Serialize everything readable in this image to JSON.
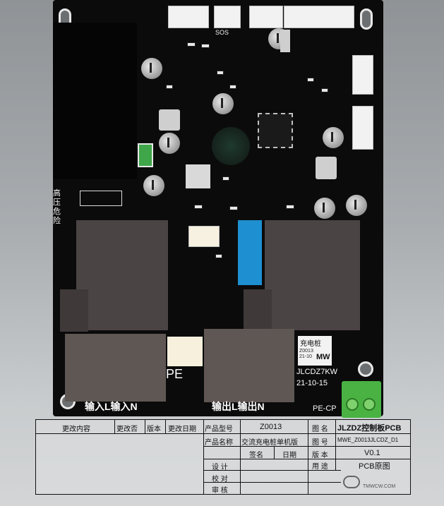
{
  "board": {
    "label_pe": "PE",
    "label_input": "输入L输入N",
    "label_output": "输出L输出N",
    "label_pe_cp": "PE-CP",
    "label_sos": "SOS",
    "label_model": "JLCDZ7KW",
    "label_date": "21-10-15",
    "label_brand": "MW",
    "label_charger": "充电桩",
    "label_danger": "高压危险",
    "label_code_small": "Z0013 21-10"
  },
  "title_block": {
    "col_change_content": "更改内容",
    "col_change_no": "更改否",
    "col_version": "版本",
    "col_change_date": "更改日期",
    "product_model_label": "产品型号",
    "product_model_value": "Z0013",
    "drawing_name_label": "图 名",
    "drawing_name_value": "JLZDZ控制板PCB",
    "product_name_label": "产品名称",
    "product_name_value": "交流充电桩单机版",
    "drawing_no_label": "图 号",
    "drawing_no_value": "MWE_Z0013JLCDZ_D1",
    "sign_label": "签名",
    "date_label": "日期",
    "version_label": "版 本",
    "version_value": "V0.1",
    "design_label": "设 计",
    "usage_label": "用 途",
    "usage_value": "PCB原图",
    "check_label": "校 对",
    "review_label": "审 核",
    "logo_text": "TMWCW.COM"
  }
}
